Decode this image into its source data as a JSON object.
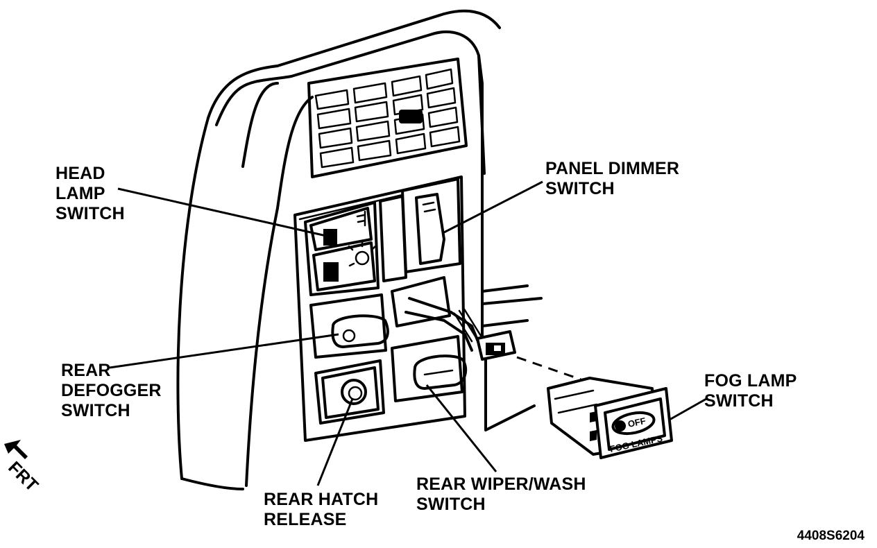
{
  "labels": {
    "head_lamp_switch": [
      "HEAD",
      "LAMP",
      "SWITCH"
    ],
    "panel_dimmer_switch": [
      "PANEL DIMMER",
      "SWITCH"
    ],
    "rear_defogger_switch": [
      "REAR",
      "DEFOGGER",
      "SWITCH"
    ],
    "fog_lamp_switch": [
      "FOG LAMP",
      "SWITCH"
    ],
    "rear_hatch_release": [
      "REAR HATCH",
      "RELEASE"
    ],
    "rear_wiper_wash_switch": [
      "REAR WIPER/WASH",
      "SWITCH"
    ]
  },
  "direction_indicator": "FRT",
  "fog_switch_face": {
    "state": "OFF",
    "text": "FOG LAMPS"
  },
  "figure_id": "4408S6204"
}
